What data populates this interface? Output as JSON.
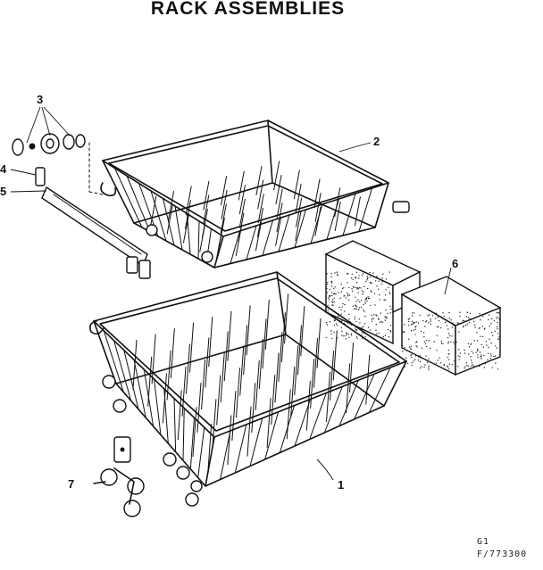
{
  "title": "RACK ASSEMBLIES",
  "callouts": {
    "c1": "1",
    "c2": "2",
    "c3": "3",
    "c4": "4",
    "c5": "5",
    "c6": "6",
    "c7": "7"
  },
  "footer": {
    "line1": "G1",
    "line2": "F/773300"
  }
}
